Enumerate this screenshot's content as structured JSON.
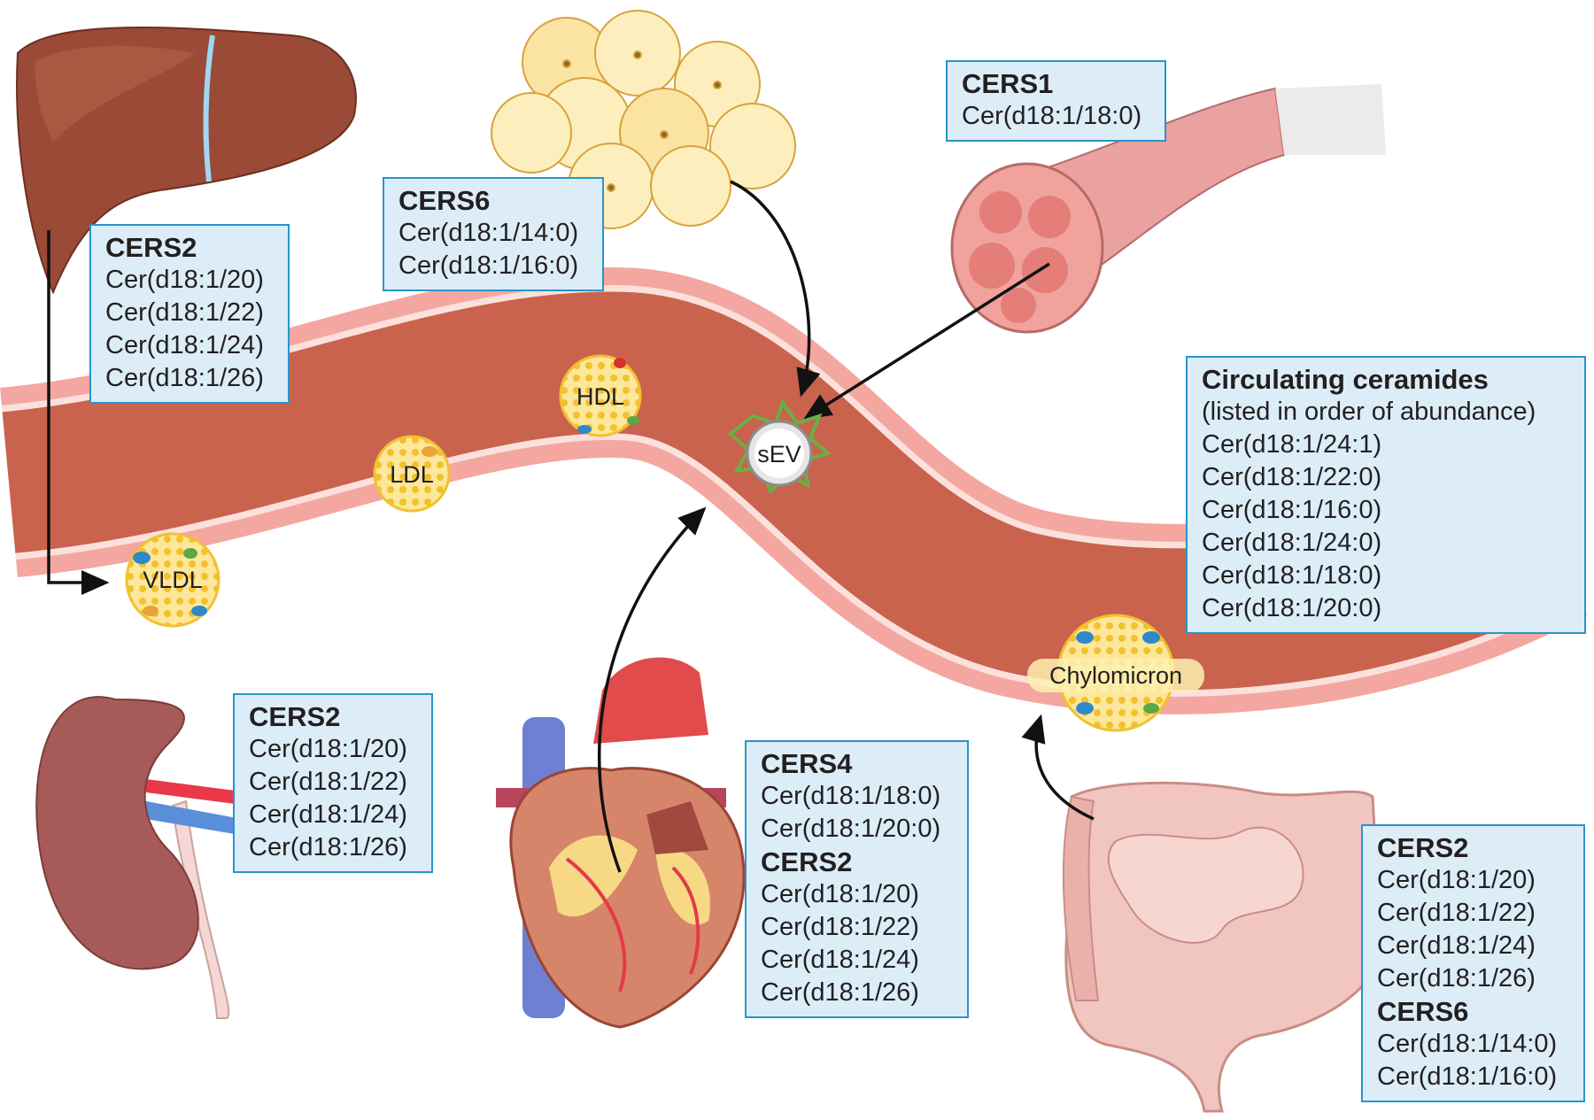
{
  "liver": {
    "gene": "CERS2",
    "items": [
      "Cer(d18:1/20)",
      "Cer(d18:1/22)",
      "Cer(d18:1/24)",
      "Cer(d18:1/26)"
    ]
  },
  "adipose": {
    "gene": "CERS6",
    "items": [
      "Cer(d18:1/14:0)",
      "Cer(d18:1/16:0)"
    ]
  },
  "muscle": {
    "gene": "CERS1",
    "items": [
      "Cer(d18:1/18:0)"
    ]
  },
  "kidney": {
    "gene": "CERS2",
    "items": [
      "Cer(d18:1/20)",
      "Cer(d18:1/22)",
      "Cer(d18:1/24)",
      "Cer(d18:1/26)"
    ]
  },
  "heart": {
    "groups": [
      {
        "gene": "CERS4",
        "items": [
          "Cer(d18:1/18:0)",
          "Cer(d18:1/20:0)"
        ]
      },
      {
        "gene": "CERS2",
        "items": [
          "Cer(d18:1/20)",
          "Cer(d18:1/22)",
          "Cer(d18:1/24)",
          "Cer(d18:1/26)"
        ]
      }
    ]
  },
  "intestine": {
    "groups": [
      {
        "gene": "CERS2",
        "items": [
          "Cer(d18:1/20)",
          "Cer(d18:1/22)",
          "Cer(d18:1/24)",
          "Cer(d18:1/26)"
        ]
      },
      {
        "gene": "CERS6",
        "items": [
          "Cer(d18:1/14:0)",
          "Cer(d18:1/16:0)"
        ]
      }
    ]
  },
  "circulating": {
    "title": "Circulating ceramides",
    "subtitle": "(listed in order of abundance)",
    "items": [
      "Cer(d18:1/24:1)",
      "Cer(d18:1/22:0)",
      "Cer(d18:1/16:0)",
      "Cer(d18:1/24:0)",
      "Cer(d18:1/18:0)",
      "Cer(d18:1/20:0)"
    ]
  },
  "particles": {
    "vldl": "VLDL",
    "ldl": "LDL",
    "hdl": "HDL",
    "sev": "sEV",
    "chylomicron": "Chylomicron"
  },
  "colors": {
    "box_fill": "#dcedf8",
    "box_border": "#2a94c9",
    "vessel": "#c9634d",
    "vessel_wall": "#f4a7a0",
    "lipoprotein": "#f6c843"
  }
}
